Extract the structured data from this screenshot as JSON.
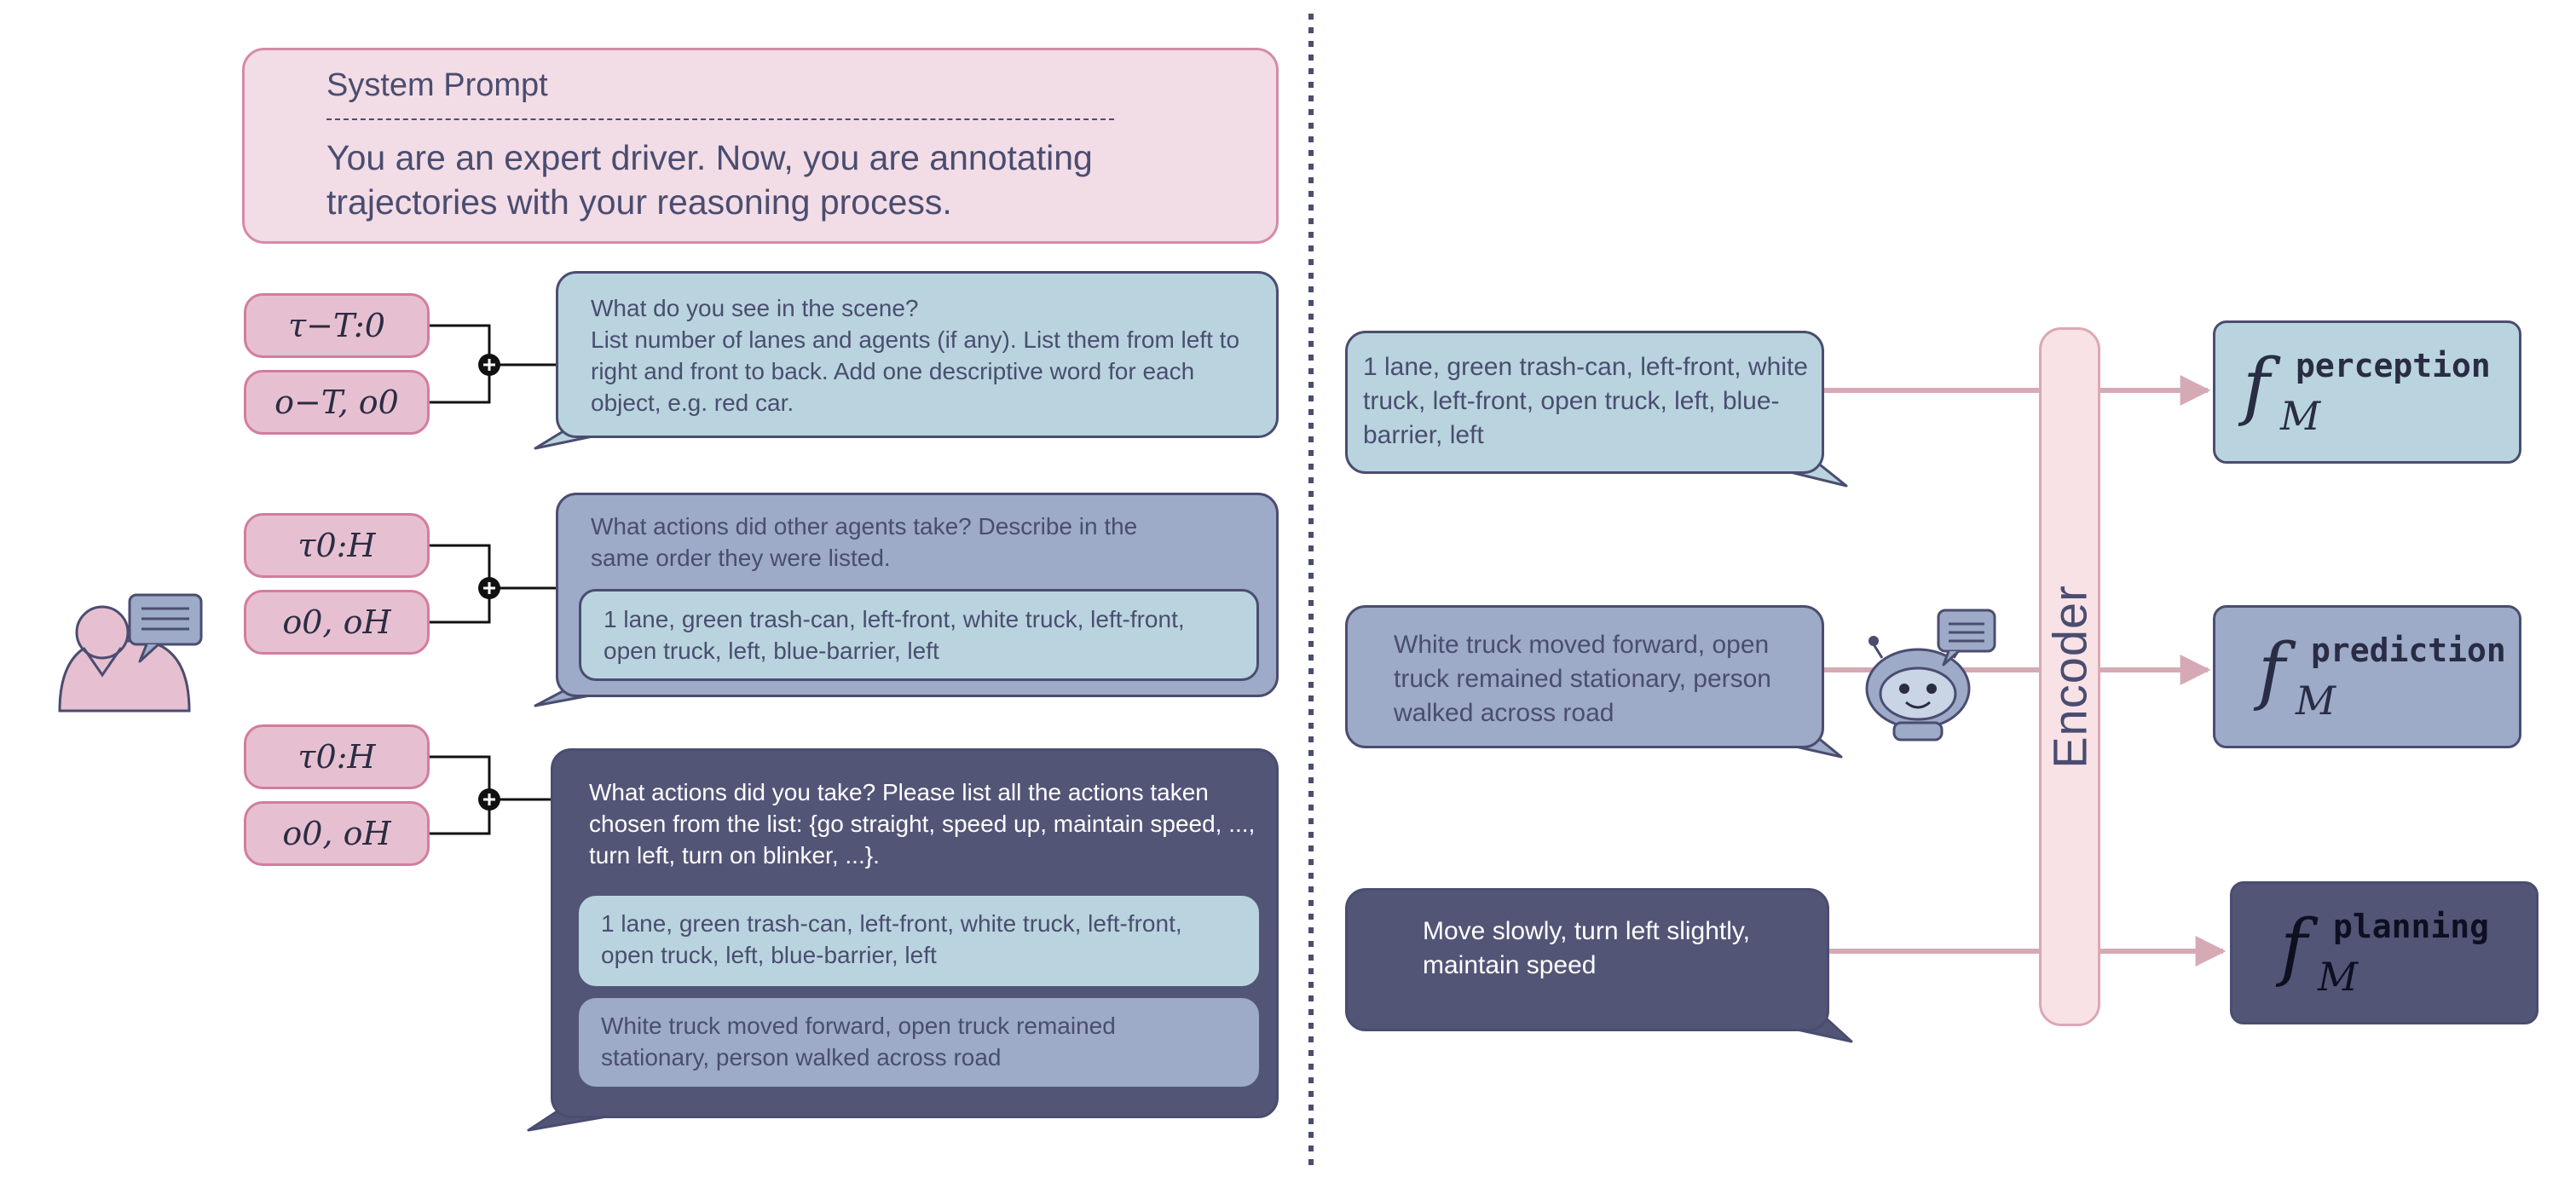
{
  "system_prompt": {
    "title": "System Prompt",
    "text": "You are an expert driver. Now, you are annotating trajectories with your reasoning process."
  },
  "inputs": {
    "row1": [
      "τ−T:0",
      "o−T, o0"
    ],
    "row2": [
      "τ0:H",
      "o0, oH"
    ],
    "row3": [
      "τ0:H",
      "o0, oH"
    ]
  },
  "questions": {
    "perception": "What do you see in the scene?\nList number of lanes and agents (if any). List them from left to right and front to back. Add one descriptive word for each object, e.g. red car.",
    "prediction": "What actions did other agents take? Describe in the same order they were listed.",
    "planning": "What actions did you take? Please list all the actions taken chosen from the list: {go straight, speed up, maintain speed, ..., turn left, turn on blinker, ...}."
  },
  "answers": {
    "perception": "1 lane, green trash-can, left-front, white truck, left-front, open truck, left, blue-barrier, left",
    "prediction": "White truck moved forward, open truck remained stationary, person walked across road",
    "planning": "Move slowly, turn left slightly, maintain speed"
  },
  "encoder_label": "Encoder",
  "outputs": {
    "perception": {
      "symbol": "f",
      "sub": "M",
      "sup": "perception"
    },
    "prediction": {
      "symbol": "f",
      "sub": "M",
      "sup": "prediction"
    },
    "planning": {
      "symbol": "f",
      "sub": "M",
      "sup": "planning"
    }
  },
  "icons": [
    "person-icon",
    "speech-bubble-icon",
    "robot-icon",
    "plus-junction-icon",
    "arrow-icon"
  ],
  "colors": {
    "pink": "#f2dce6",
    "light_blue": "#b9d4de",
    "mid_blue": "#9daac8",
    "dark_navy": "#535577",
    "encoder": "#f8e2e6",
    "arrow": "#d6aab5"
  }
}
